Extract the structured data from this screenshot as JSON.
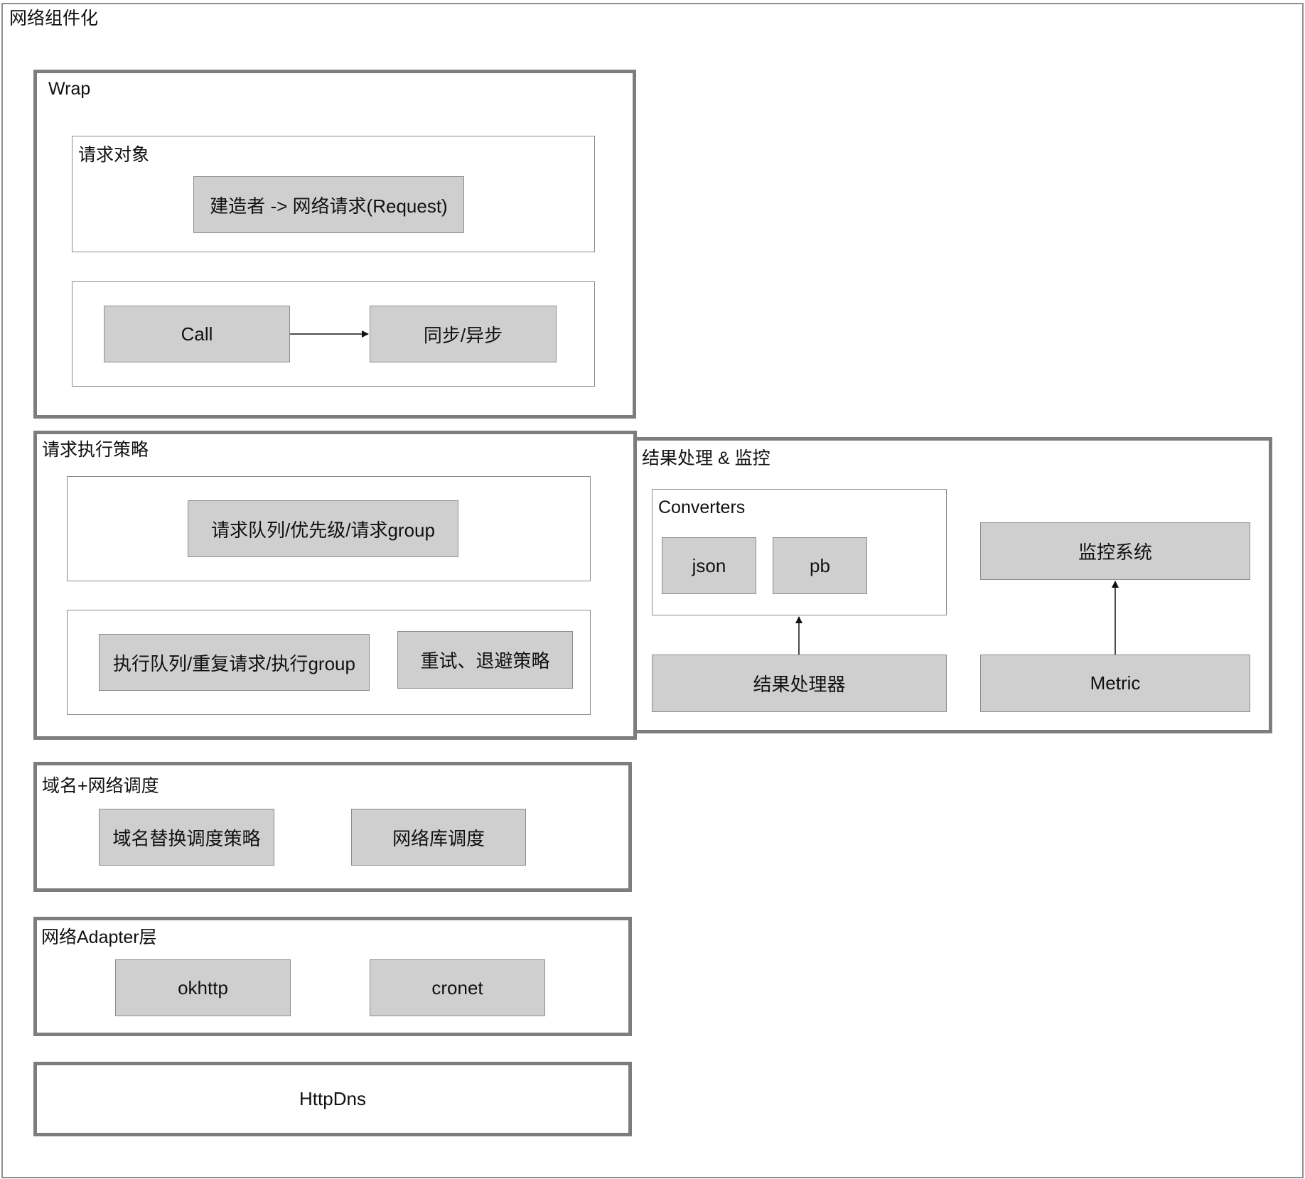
{
  "diagram": {
    "title": "网络组件化",
    "wrap": {
      "title": "Wrap",
      "request_object": {
        "title": "请求对象",
        "builder": "建造者 -> 网络请求(Request)"
      },
      "call": "Call",
      "sync_async": "同步/异步"
    },
    "strategy": {
      "title": "请求执行策略",
      "queue": "请求队列/优先级/请求group",
      "exec_queue": "执行队列/重复请求/执行group",
      "retry": "重试、退避策略"
    },
    "result": {
      "title": "结果处理 & 监控",
      "converters": {
        "title": "Converters",
        "json": "json",
        "pb": "pb"
      },
      "monitor": "监控系统",
      "processor": "结果处理器",
      "metric": "Metric"
    },
    "domain": {
      "title": "域名+网络调度",
      "replace": "域名替换调度策略",
      "lib": "网络库调度"
    },
    "adapter": {
      "title": "网络Adapter层",
      "okhttp": "okhttp",
      "cronet": "cronet"
    },
    "httpdns": "HttpDns"
  }
}
